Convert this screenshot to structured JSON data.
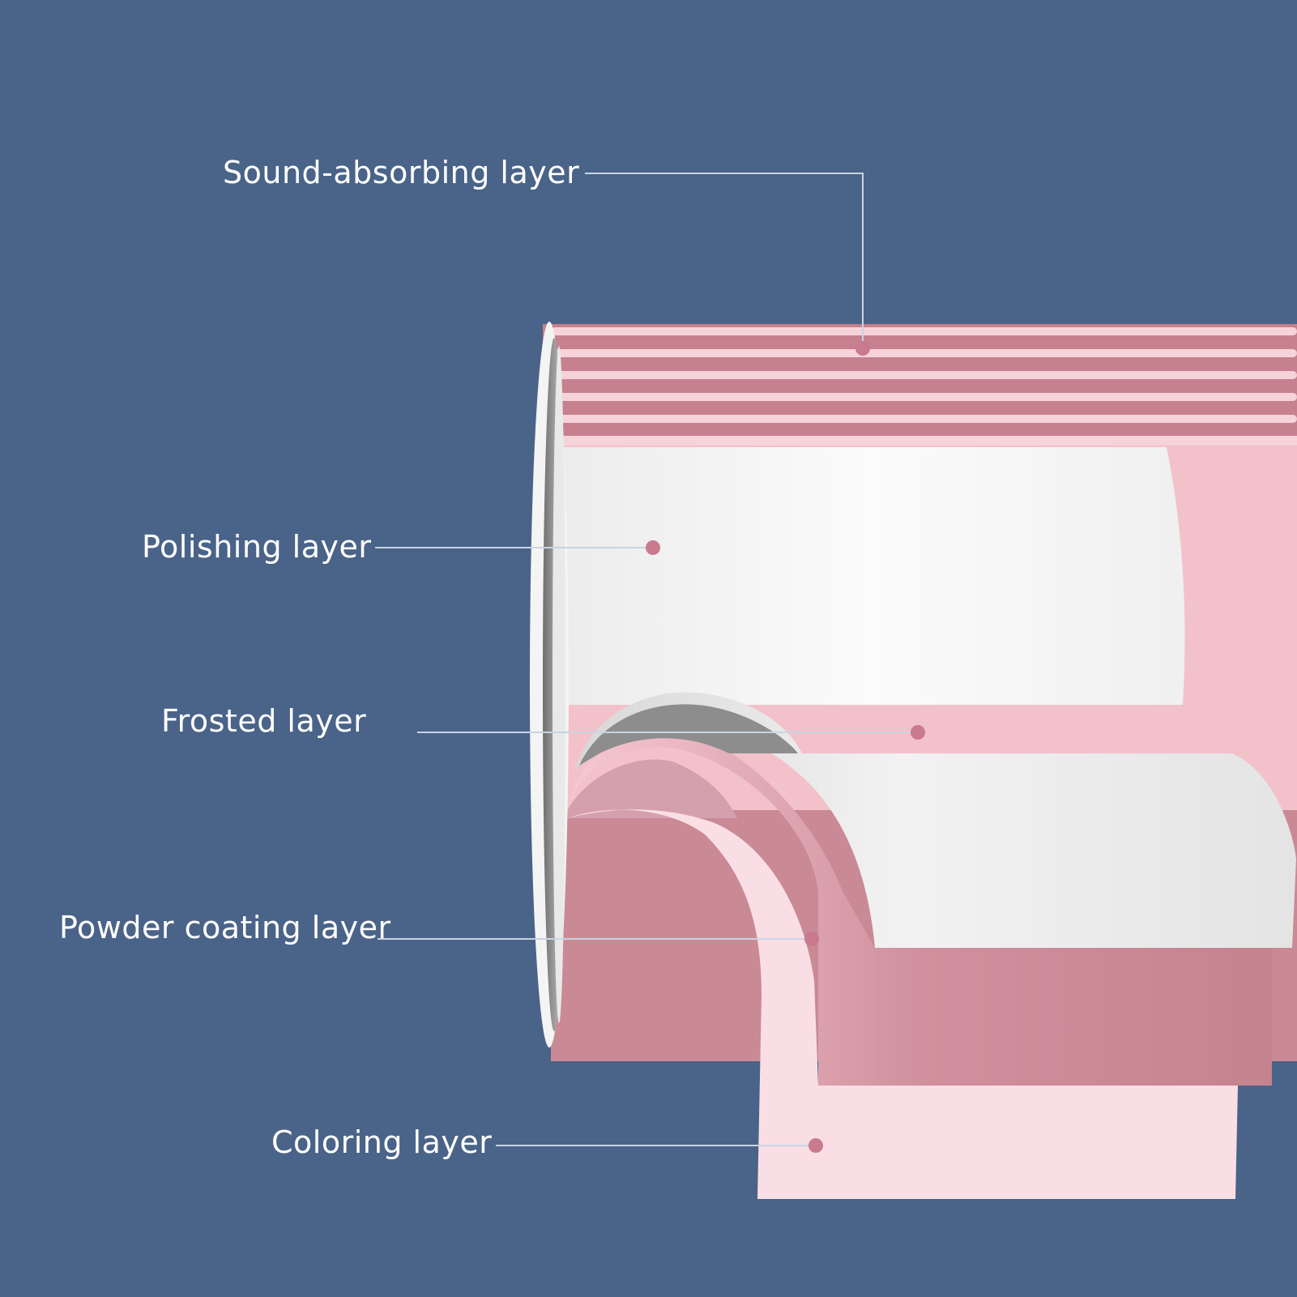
{
  "title": "",
  "colors": {
    "background": "#4a6388",
    "pink_dark": "#c5808e",
    "pink_mid": "#e6b0bb",
    "pink_light": "#f8dde3",
    "white": "#f7f7f7",
    "grey": "#9aa0a6",
    "leader": "#c9d4e4",
    "dot": "#c97a8c"
  },
  "labels": {
    "sound_absorbing": "Sound-absorbing layer",
    "polishing": "Polishing layer",
    "frosted": "Frosted layer",
    "powder_coating": "Powder coating layer",
    "coloring": "Coloring layer"
  }
}
